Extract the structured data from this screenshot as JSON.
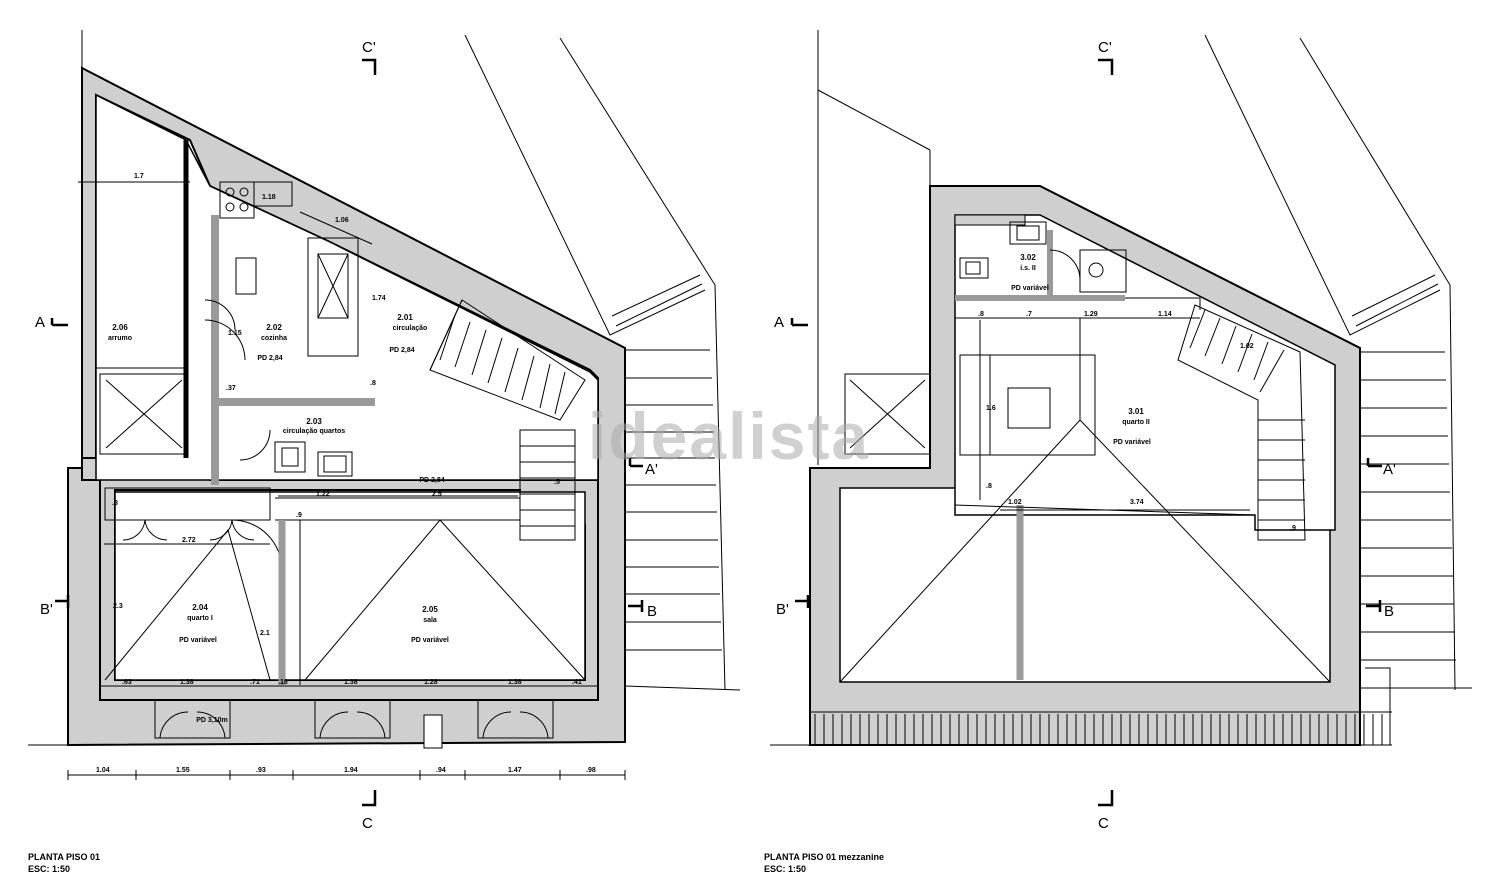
{
  "watermark": "idealista",
  "left_plan": {
    "title": "PLANTA PISO 01",
    "scale": "ESC: 1:50",
    "section_marks": {
      "c_top": "C'",
      "c_bottom": "C",
      "a": "A",
      "a_prime": "A'",
      "b_prime": "B'",
      "b": "B"
    },
    "rooms": [
      {
        "num": "2.06",
        "name": "arrumo"
      },
      {
        "num": "2.02",
        "name": "cozinha",
        "pd": "PD 2,84"
      },
      {
        "num": "2.01",
        "name": "circulação",
        "pd": "PD 2,84"
      },
      {
        "num": "2.03",
        "name": "circulação quartos"
      },
      {
        "num": "2.04",
        "name": "quarto I",
        "pd": "PD variável"
      },
      {
        "num": "2.05",
        "name": "sala",
        "pd": "PD variável"
      }
    ],
    "pd_notes": [
      "PD 2,84",
      "PD 3,10m"
    ],
    "dims": {
      "top": [
        "1.7",
        "1.18",
        "1.06"
      ],
      "vertical": [
        "1.74",
        "1.15",
        ".37",
        ".8",
        "2.3",
        "2.1",
        ".8"
      ],
      "mid": [
        "1.22",
        "2.5",
        "2.72",
        ".9",
        ".5"
      ],
      "bottom_openings": [
        ".63",
        "1.38",
        ".71",
        ".18",
        "1.38",
        "1.28",
        "1.38",
        ".41"
      ],
      "bottom_overall": [
        "1.04",
        "1.55",
        ".93",
        "1.94",
        ".94",
        "1.47",
        ".98"
      ]
    }
  },
  "right_plan": {
    "title": "PLANTA PISO 01 mezzanine",
    "scale": "ESC: 1:50",
    "section_marks": {
      "c_top": "C'",
      "c_bottom": "C",
      "a": "A",
      "a_prime": "A'",
      "b_prime": "B'",
      "b": "B"
    },
    "rooms": [
      {
        "num": "3.02",
        "name": "i.s. II",
        "pd": "PD variável"
      },
      {
        "num": "3.01",
        "name": "quarto II",
        "pd": "PD variável"
      }
    ],
    "dims": [
      ".8",
      ".7",
      "1.29",
      "1.14",
      "1.6",
      ".8",
      "3.74",
      "1.02",
      "1.02",
      ".9"
    ]
  }
}
